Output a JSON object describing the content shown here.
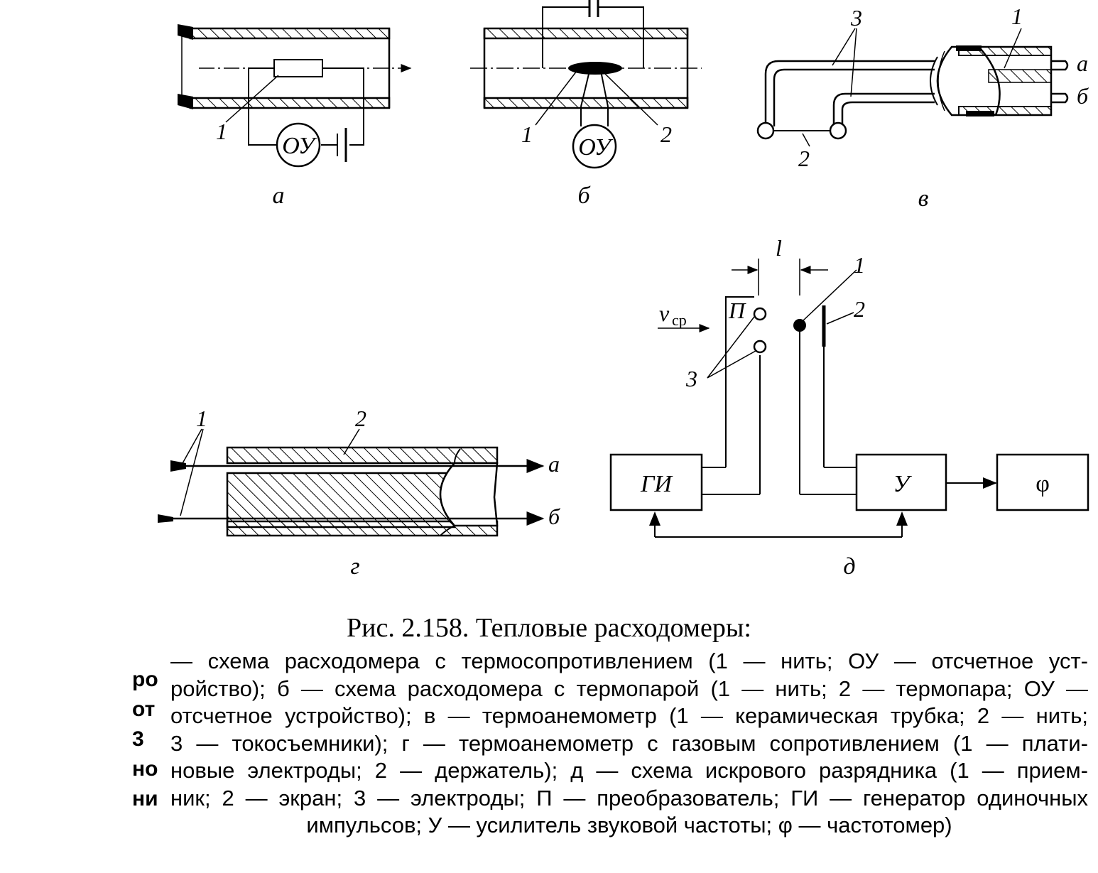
{
  "figure": {
    "panel_a": {
      "sublabel": "а",
      "label_1": "1",
      "meter": "ОУ"
    },
    "panel_b": {
      "sublabel": "б",
      "label_1": "1",
      "label_2": "2",
      "meter": "ОУ"
    },
    "panel_v": {
      "sublabel": "в",
      "label_1": "1",
      "label_2": "2",
      "label_3": "3",
      "out_a": "а",
      "out_b": "б"
    },
    "panel_g": {
      "sublabel": "г",
      "label_1": "1",
      "label_2": "2",
      "out_a": "а",
      "out_b": "б"
    },
    "panel_d": {
      "sublabel": "д",
      "gap_label": "l",
      "label_1": "1",
      "label_2": "2",
      "label_3": "3",
      "converter": "П",
      "flow_label": "v",
      "flow_sub": "ср",
      "block_gi": "ГИ",
      "block_u": "У",
      "block_phi": "φ"
    }
  },
  "caption": {
    "title": "Рис. 2.158. Тепловые расходомеры:",
    "lines": [
      "— схема расходомера с термосопротивлением (1 — нить; ОУ — отсчетное уст-",
      "ройство); б — схема расходомера с термопарой (1 — нить; 2 — термопара; ОУ —",
      "отсчетное устройство); в — термоанемометр (1 — керамическая трубка; 2 — нить;",
      "3 — токосъемники); г — термоанемометр с газовым сопротивлением (1 — плати-",
      "новые электроды; 2 — держатель); д — схема искрового разрядника (1 — прием-",
      "ник; 2 — экран; 3 — электроды; П — преобразователь; ГИ — генератор одиночных",
      "импульсов; У — усилитель звуковой частоты; φ — частотомер)"
    ]
  },
  "margin_note": [
    "ро",
    "от",
    "3",
    "но",
    "ни"
  ]
}
